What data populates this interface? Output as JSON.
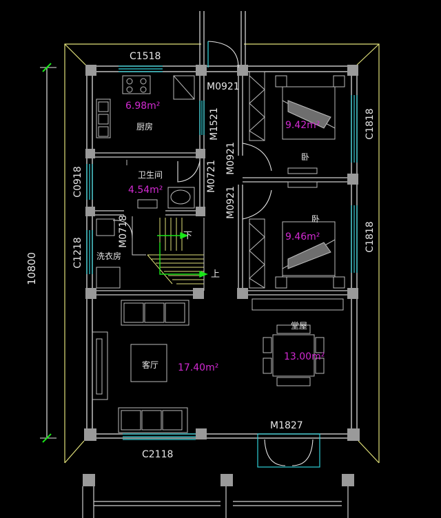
{
  "colors": {
    "background": "#000000",
    "wall": "#cfcfcf",
    "outline": "#e6e6e6",
    "yellow": "#e2e27a",
    "cyan": "#2fd0d8",
    "green": "#19e619",
    "magenta": "#d22ad2",
    "pillar": "#9a9a9a",
    "furniture": "#bdbdbd"
  },
  "dimension": {
    "overall_height": "10800"
  },
  "windows": {
    "top": "C1518",
    "kitchen_right": "M1521",
    "left_bath": "C0918",
    "left_laundry": "C1218",
    "bedroom_top_right": "C1818",
    "bedroom_bottom_right": "C1818",
    "bottom_living": "C2118"
  },
  "doors": {
    "kitchen": "M0921",
    "bath": "M0721",
    "bedroom_top": "M0921",
    "bedroom_bottom": "M0921",
    "laundry": "M0718",
    "entrance": "M1827"
  },
  "rooms": {
    "kitchen": {
      "name": "厨房",
      "area": "6.98m²"
    },
    "bath": {
      "name": "卫生间",
      "area": "4.54m²"
    },
    "laundry": {
      "name": "洗衣房"
    },
    "bedroom_top": {
      "name": "卧",
      "area": "9.42m²"
    },
    "bedroom_bottom": {
      "name": "卧",
      "area": "9.46m²"
    },
    "living": {
      "name": "客厅",
      "area": "17.40m²"
    },
    "hall": {
      "name": "堂屋",
      "area": "13.00m²"
    }
  },
  "stairs": {
    "down": "下",
    "up": "上"
  }
}
